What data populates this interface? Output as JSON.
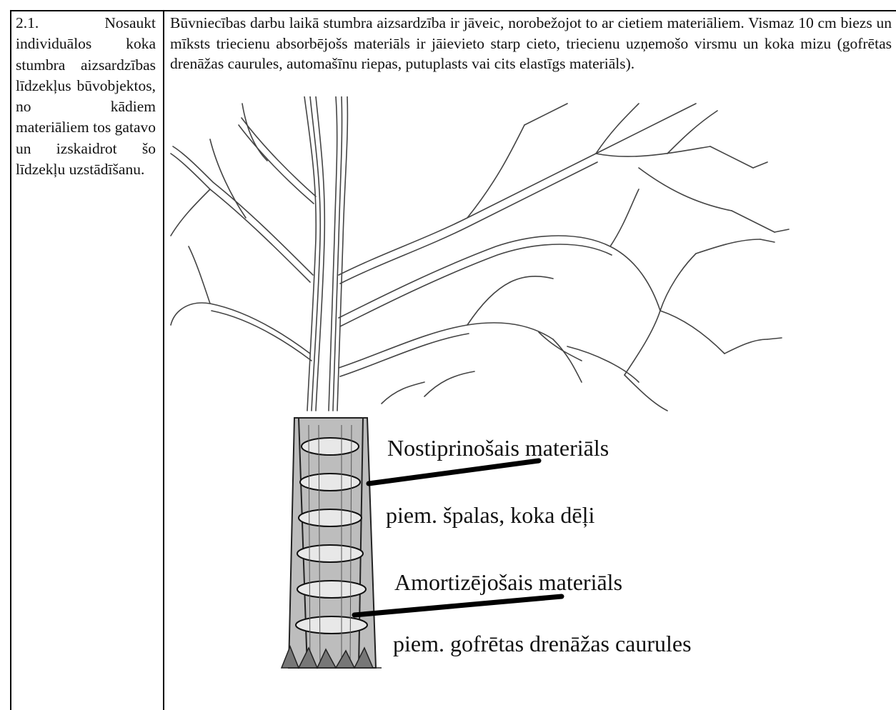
{
  "left_cell": {
    "text": "2.1. Nosaukt individuālos koka stumbra aizsardzības līdzekļus būvobjektos, no kādiem materiāliem tos gatavo un izskaidrot šo līdzekļu uzstādīšanu."
  },
  "right_cell": {
    "text": "Būvniecības darbu laikā stumbra aizsardzība ir jāveic, norobežojot to ar cietiem materiāliem. Vismaz 10 cm biezs un mīksts triecienu absorbējošs materiāls ir jāievieto starp cieto, triecienu uzņemošo virsmu un koka mizu (gofrētas drenāžas caurules, automašīnu riepas, putuplasts vai cits elastīgs materiāls)."
  },
  "figure": {
    "label_1": "Nostiprinošais materiāls",
    "label_2": "piem. špalas, koka dēļi",
    "label_3": "Amortizējošais materiāls",
    "label_4": "piem. gofrētas drenāžas caurules"
  }
}
